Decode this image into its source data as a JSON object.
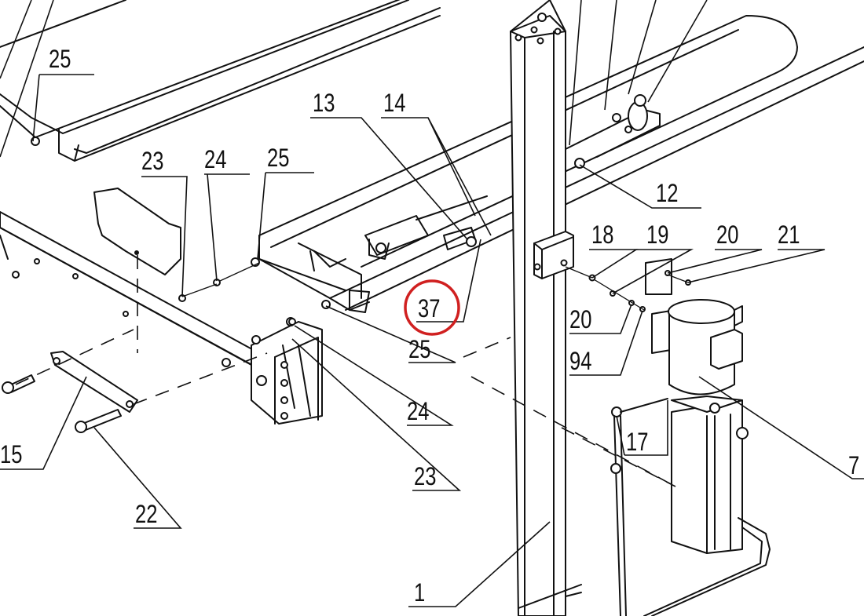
{
  "diagram": {
    "highlight_color": "#d02020",
    "callouts": [
      {
        "id": "c25a",
        "text": "25"
      },
      {
        "id": "c13",
        "text": "13"
      },
      {
        "id": "c14",
        "text": "14"
      },
      {
        "id": "c23a",
        "text": "23"
      },
      {
        "id": "c24a",
        "text": "24"
      },
      {
        "id": "c25b",
        "text": "25"
      },
      {
        "id": "c12",
        "text": "12"
      },
      {
        "id": "c18",
        "text": "18"
      },
      {
        "id": "c19",
        "text": "19"
      },
      {
        "id": "c20a",
        "text": "20"
      },
      {
        "id": "c21",
        "text": "21"
      },
      {
        "id": "c37",
        "text": "37"
      },
      {
        "id": "c20b",
        "text": "20"
      },
      {
        "id": "c25c",
        "text": "25"
      },
      {
        "id": "c94",
        "text": "94"
      },
      {
        "id": "c24b",
        "text": "24"
      },
      {
        "id": "c15",
        "text": "15"
      },
      {
        "id": "c17",
        "text": "17"
      },
      {
        "id": "c7",
        "text": "7"
      },
      {
        "id": "c23b",
        "text": "23"
      },
      {
        "id": "c22",
        "text": "22"
      },
      {
        "id": "c1",
        "text": "1"
      }
    ]
  }
}
